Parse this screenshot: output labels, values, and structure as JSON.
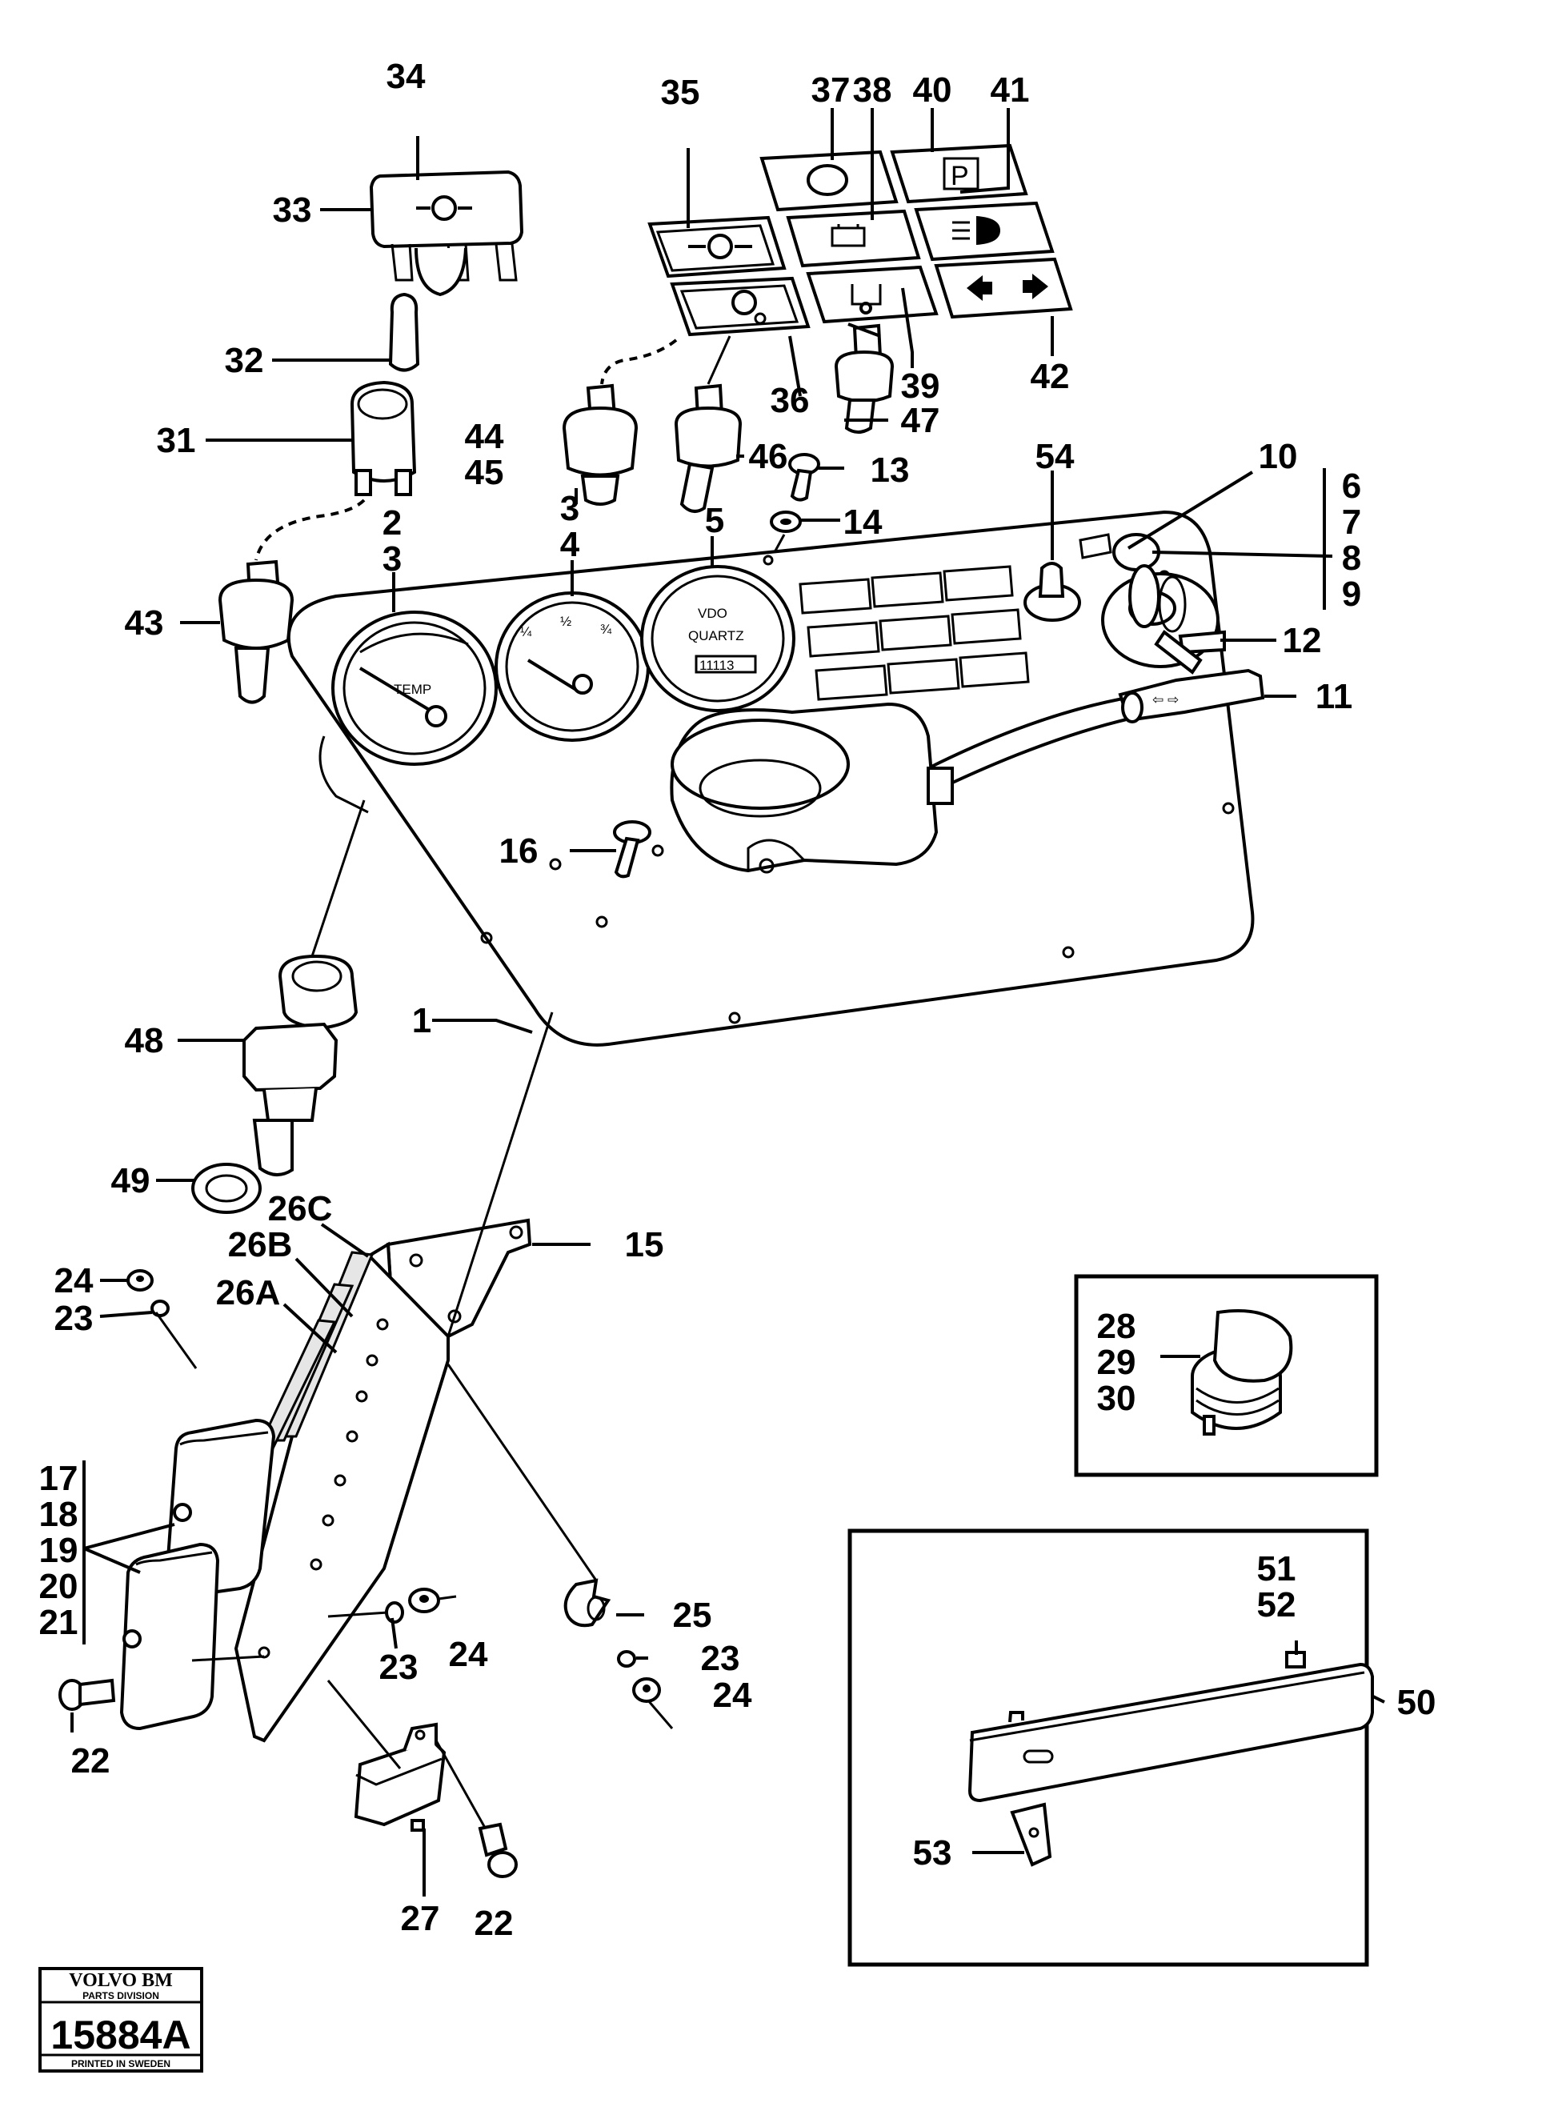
{
  "labels": {
    "l1": "1",
    "l2": "2",
    "l3a": "3",
    "l3b": "3",
    "l4": "4",
    "l5": "5",
    "l6": "6",
    "l7": "7",
    "l8": "8",
    "l9": "9",
    "l10": "10",
    "l11": "11",
    "l12": "12",
    "l13": "13",
    "l14": "14",
    "l15": "15",
    "l16": "16",
    "l17": "17",
    "l18": "18",
    "l19": "19",
    "l20": "20",
    "l21": "21",
    "l22a": "22",
    "l22b": "22",
    "l23a": "23",
    "l23b": "23",
    "l23c": "23",
    "l24a": "24",
    "l24b": "24",
    "l24c": "24",
    "l25": "25",
    "l26a": "26A",
    "l26b": "26B",
    "l26c": "26C",
    "l27": "27",
    "l28": "28",
    "l29": "29",
    "l30": "30",
    "l31": "31",
    "l32": "32",
    "l33": "33",
    "l34": "34",
    "l35": "35",
    "l36": "36",
    "l37": "37",
    "l38": "38",
    "l39": "39",
    "l40": "40",
    "l41": "41",
    "l42": "42",
    "l43": "43",
    "l44": "44",
    "l45": "45",
    "l46": "46",
    "l47": "47",
    "l48": "48",
    "l49": "49",
    "l50": "50",
    "l51": "51",
    "l52": "52",
    "l53": "53",
    "l54": "54"
  },
  "gauges": {
    "temp": "TEMP",
    "fuel_quarter": "¼",
    "fuel_half": "½",
    "fuel_three_quarter": "¾",
    "clock_brand": "VDO",
    "clock_type": "QUARTZ",
    "hour_counter": "11113"
  },
  "panel_lamp_text": {
    "parking": "P"
  },
  "logo": {
    "brand": "VOLVO BM",
    "division": "PARTS DIVISION",
    "number": "15884A",
    "printed": "PRINTED IN SWEDEN"
  }
}
